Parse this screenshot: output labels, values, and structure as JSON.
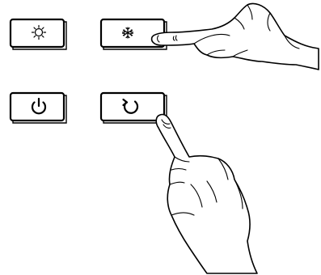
{
  "diagram": {
    "buttons": [
      {
        "icon": "sun-icon",
        "state": "idle"
      },
      {
        "icon": "snowflake-icon",
        "state": "pressed"
      },
      {
        "icon": "power-icon",
        "state": "idle"
      },
      {
        "icon": "refresh-icon",
        "state": "pressed"
      }
    ],
    "colors": {
      "line": "#000000",
      "background": "#ffffff"
    }
  }
}
